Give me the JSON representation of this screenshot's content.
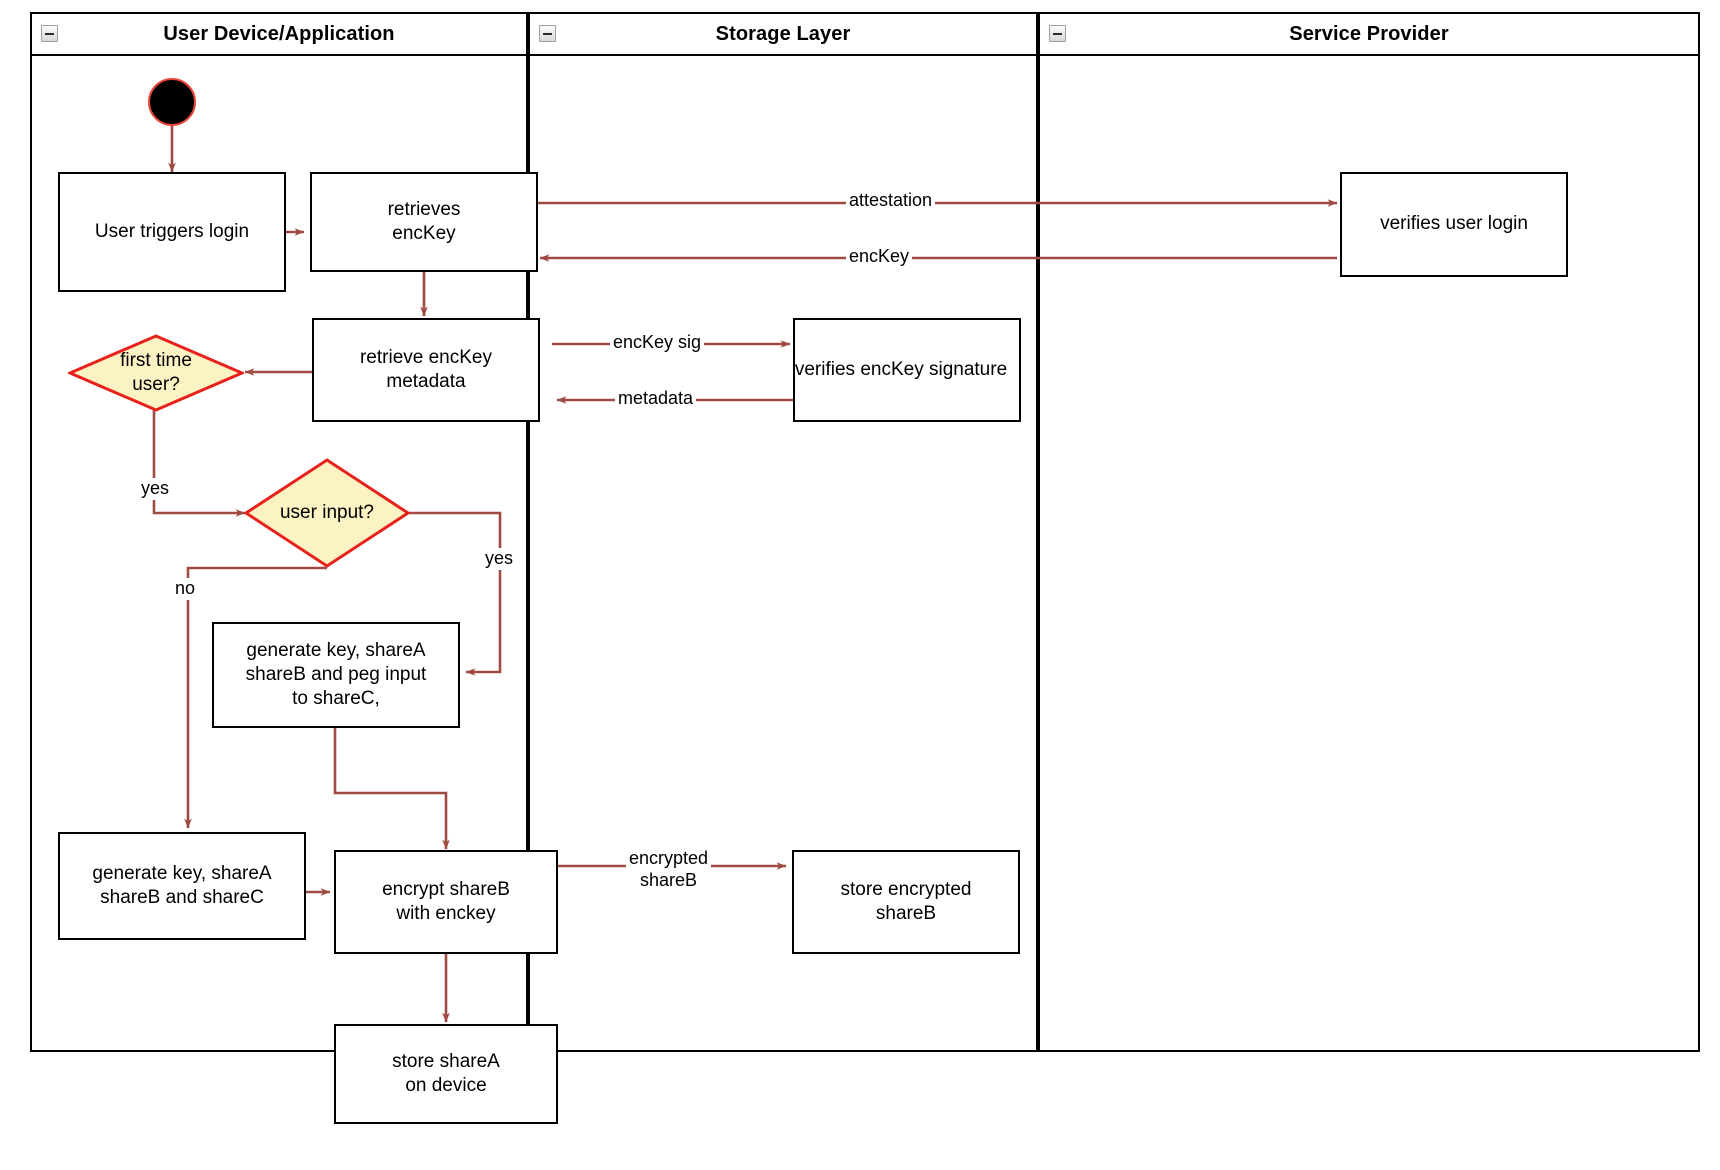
{
  "diagram": {
    "title": "Login / key-share provisioning activity diagram",
    "accent_edge_color": "#a04a44",
    "decision_fill": "#fcf3c4",
    "decision_stroke": "#e8211b",
    "node_stroke": "#000000",
    "start_fill": "#000000",
    "start_stroke": "#e8463a"
  },
  "lanes": [
    {
      "id": "user-device",
      "label": "User Device/Application",
      "collapse_icon": "minus-square-icon"
    },
    {
      "id": "storage-layer",
      "label": "Storage Layer",
      "collapse_icon": "minus-square-icon"
    },
    {
      "id": "service-provider",
      "label": "Service Provider",
      "collapse_icon": "minus-square-icon"
    }
  ],
  "nodes": [
    {
      "id": "start",
      "type": "initial",
      "lane": "user-device",
      "label": ""
    },
    {
      "id": "user-triggers-login",
      "type": "action",
      "lane": "user-device",
      "label": "User triggers login"
    },
    {
      "id": "retrieves-enckey",
      "type": "action",
      "lane": "user-device",
      "label": "retrieves\nencKey"
    },
    {
      "id": "retrieve-enckey-metadata",
      "type": "action",
      "lane": "user-device",
      "label": "retrieve encKey\nmetadata"
    },
    {
      "id": "first-time-user",
      "type": "decision",
      "lane": "user-device",
      "label": "first time\nuser?"
    },
    {
      "id": "user-input",
      "type": "decision",
      "lane": "user-device",
      "label": "user input?"
    },
    {
      "id": "generate-key-peg",
      "type": "action",
      "lane": "user-device",
      "label": "generate key, shareA\nshareB and peg input\nto shareC,"
    },
    {
      "id": "generate-key-sharec",
      "type": "action",
      "lane": "user-device",
      "label": "generate key, shareA\nshareB and shareC"
    },
    {
      "id": "encrypt-shareb",
      "type": "action",
      "lane": "user-device",
      "label": "encrypt shareB\nwith enckey"
    },
    {
      "id": "store-sharea",
      "type": "action",
      "lane": "user-device",
      "label": "store shareA\non device"
    },
    {
      "id": "verifies-enckey-signature",
      "type": "action",
      "lane": "storage-layer",
      "label": "verifies encKey signature"
    },
    {
      "id": "store-encrypted-shareb",
      "type": "action",
      "lane": "storage-layer",
      "label": "store encrypted\nshareB"
    },
    {
      "id": "verifies-user-login",
      "type": "action",
      "lane": "service-provider",
      "label": "verifies user login"
    }
  ],
  "edges": [
    {
      "id": "start-to-login",
      "from": "start",
      "to": "user-triggers-login",
      "label": ""
    },
    {
      "id": "login-to-retrieves",
      "from": "user-triggers-login",
      "to": "retrieves-enckey",
      "label": ""
    },
    {
      "id": "attestation",
      "from": "retrieves-enckey",
      "to": "verifies-user-login",
      "label": "attestation"
    },
    {
      "id": "enckey-return",
      "from": "verifies-user-login",
      "to": "retrieves-enckey",
      "label": "encKey"
    },
    {
      "id": "retrieves-to-metadata",
      "from": "retrieves-enckey",
      "to": "retrieve-enckey-metadata",
      "label": ""
    },
    {
      "id": "enckey-sig",
      "from": "retrieve-enckey-metadata",
      "to": "verifies-enckey-signature",
      "label": "encKey sig"
    },
    {
      "id": "metadata-return",
      "from": "verifies-enckey-signature",
      "to": "retrieve-enckey-metadata",
      "label": "metadata"
    },
    {
      "id": "metadata-to-firsttime",
      "from": "retrieve-enckey-metadata",
      "to": "first-time-user",
      "label": ""
    },
    {
      "id": "firsttime-yes",
      "from": "first-time-user",
      "to": "user-input",
      "label": "yes"
    },
    {
      "id": "userinput-yes",
      "from": "user-input",
      "to": "generate-key-peg",
      "label": "yes"
    },
    {
      "id": "userinput-no",
      "from": "user-input",
      "to": "generate-key-sharec",
      "label": "no"
    },
    {
      "id": "peg-to-encrypt",
      "from": "generate-key-peg",
      "to": "encrypt-shareb",
      "label": ""
    },
    {
      "id": "sharec-to-encrypt",
      "from": "generate-key-sharec",
      "to": "encrypt-shareb",
      "label": ""
    },
    {
      "id": "encrypted-shareb",
      "from": "encrypt-shareb",
      "to": "store-encrypted-shareb",
      "label": "encrypted\nshareB"
    },
    {
      "id": "encrypt-to-store-sharea",
      "from": "encrypt-shareb",
      "to": "store-sharea",
      "label": ""
    }
  ]
}
